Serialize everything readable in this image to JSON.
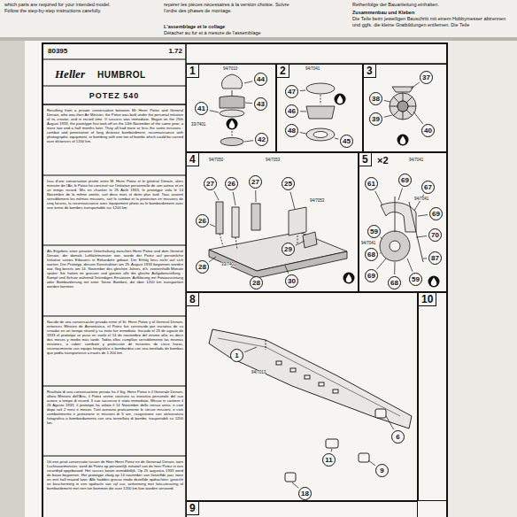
{
  "diagram": {
    "title": "POTEZ 540",
    "nodes": [
      {
        "text": [
          "1"
        ]
      },
      {
        "text": [
          "44"
        ],
        "in": 0
      },
      {
        "text": [
          "43"
        ],
        "in": 0
      },
      {
        "text": [
          "41"
        ],
        "in": 0
      },
      {
        "text": [
          "42"
        ],
        "in": 0
      },
      {
        "text": [
          "2"
        ]
      },
      {
        "text": [
          "47"
        ],
        "in": 5
      },
      {
        "text": [
          "46"
        ],
        "in": 5
      },
      {
        "text": [
          "48"
        ],
        "in": 5
      },
      {
        "text": [
          "45"
        ],
        "in": 5
      },
      {
        "text": [
          "3"
        ]
      },
      {
        "text": [
          "37"
        ],
        "in": 10
      },
      {
        "text": [
          "38"
        ],
        "in": 10
      },
      {
        "text": [
          "39"
        ],
        "in": 10
      },
      {
        "text": [
          "40"
        ],
        "in": 10
      },
      {
        "text": [
          "4"
        ]
      },
      {
        "text": [
          "27"
        ],
        "in": 15
      },
      {
        "text": [
          "26"
        ],
        "in": 15
      },
      {
        "text": [
          "27"
        ],
        "in": 15
      },
      {
        "text": [
          "25"
        ],
        "in": 15
      },
      {
        "text": [
          "26"
        ],
        "in": 15
      },
      {
        "text": [
          "29"
        ],
        "in": 15
      },
      {
        "text": [
          "28"
        ],
        "in": 15
      },
      {
        "text": [
          "28"
        ],
        "in": 15
      },
      {
        "text": [
          "30"
        ],
        "in": 15
      },
      {
        "text": [
          "5"
        ]
      },
      {
        "text": [
          "61"
        ],
        "in": 25
      },
      {
        "text": [
          "69"
        ],
        "in": 25
      },
      {
        "text": [
          "59"
        ],
        "in": 25
      },
      {
        "text": [
          "67"
        ],
        "in": 25
      },
      {
        "text": [
          "69"
        ],
        "in": 25
      },
      {
        "text": [
          "68"
        ],
        "in": 25
      },
      {
        "text": [
          "69"
        ],
        "in": 25
      },
      {
        "text": [
          "70"
        ],
        "in": 25
      },
      {
        "text": [
          "68"
        ],
        "in": 25
      },
      {
        "text": [
          "59"
        ],
        "in": 25
      },
      {
        "text": [
          "87"
        ],
        "in": 25
      },
      {
        "text": [
          "8"
        ]
      },
      {
        "text": [
          "1"
        ],
        "in": 37
      },
      {
        "text": [
          "6"
        ],
        "in": 37
      },
      {
        "text": [
          "9"
        ],
        "in": 37
      },
      {
        "text": [
          "11"
        ],
        "in": 37
      },
      {
        "text": [
          "18"
        ],
        "in": 37
      },
      {
        "text": [
          "10"
        ]
      },
      {
        "text": [
          "9"
        ]
      }
    ],
    "labels": [
      "which parts are required for your intended model. Follow the step-by-step instructions carefully.",
      "repérer les pièces nécessaires à la version choisie. Suivre l'ordre des phases de montage.",
      "L'assemblage et le collage",
      "Détacher au fur et à mesure de l'assemblage",
      "Reihenfolge der Bauanleitung einhalten.",
      "Zusammenbau und Kleben",
      "Die Teile beim jeweiligen Bauschritt mit einem Hobbymesser abtrennen und ggfs. die kleine Gratbildungen entfernen. Die Teile",
      "80395",
      "1.72",
      "Heller",
      "HUMBROL",
      "Resulting from a private conversation between Mr Henri Potez and General Denain, who was then Air Minister, the Potez was built under the personal initiative of its creator, and in record time. If success was immediate. Began on the 25th August 1933, the prototype first took off on the 14th November of the same year; a mere two and a half months later. They all had more or less the same missions : combat and penetration of long distance bombardment, reconnaissance with photographic equipment, or bombing with one ton of bombs which could be carried over distances of 1200 km.",
      "Issu d'une conversation privée entre M. Henri Potez et le général Denain, alors ministre de l'Air, le Potez fut construit sur l'initiative personnelle de son auteur et en un temps record. Mis en chantier le 25 Août 1933, le prototype vola le 14 Novembre de la même année, soit deux mois et demi plus tard. Tous avaient sensiblement les mêmes missions, soit le combat et la protection en missions de cinq heures, la reconnaissance avec équipement photo ou le bombardement avec une tonne de bombes transportable sur 1200 km.",
      "Als Ergebnis einer privaten Unterhaltung zwischen Henri Potez und dem General Denain, der damals Luftfahrtminister war, wurde der Potez auf persönliche Initiative seines Erbauers in Rekordzeit gebaut. Der Erfolg liess nicht auf sich warten. Der Prototyp, dessen Konstruktion am 25. August 1933 begonnen worden war, flog bereits am 14. November des gleichen Jahres, d.h. zweieinhalb Monate später. Sie hatten im grossen und ganzen alle die gleiche Aufgabenstellung : Kampf und Schutz während 5stündigen Einsätzen, Aufklärung mit Fotoausrüstung oder Bombardierung mit einer Tonne Bomben, die über 1200 km transportiert werden konnten.",
      "Nacido de una conversación privada entre el Sr. Henri Potez y el General Denain, entonces Ministro de Aeronáutica, el Potez fue construido por iniciativa de su creador en un tiempo récord y su éxito fue inmediato. Iniciado el 25 de agosto de 1933 el prototipo se puso en vuelo el 14 de noviembre del mismo año, es decir dos meses y medio más tarde. Todos ellos cumplían sensiblemente las mismas misiones, a saber: combate y protección de misiones de cinco horas, reconocimiento con equipo fotográfico o bombardeo con una tonelada de bombas que podía transportarse a través de 1.200 km.",
      "Risultato di una conversazione privata fra il Sig. Henri Potez e il Generale Denain, allora Ministro dell'Aria, il Potez venne costruito su iniziativa personale del suo autore a tempo di record. Il suo successo è stato immediato. Messo in cantiere il 25 Agosto 1933, il prototipo ha volato il 14 Novembre dello stesso anno, e cioè dopo soli 2 mesi e mezzo. Tutti avevano praticamente le stesse missioni, e cioè combattimento e protezione in missioni di 5 ore, ricognizione con attrezzatura fotografica o bombardamento con una tonnellata di bombe, trasportabili su 1200 km.",
      "Uit een privé conversatie tussen de Heer Henri Potez en de Generaal Denain, toen Luchtvaartminister, werd de Potez op persoonlijk initiatief van de heer Potez in een recordtijd opgebouwd. Het succes kwam onmiddellijk. Op 25 augustus 1933 werd de bouw begonnen. Het prototype vloog op 14 november van hetzelfde jaar, twee en een half maand later. Alle hadden grosso modo dezelfde opdrachten: gevecht en bescherming in een opdracht van vijf uur, verkenning met foto-uitrusting of bombardement met een ton bommen die over 1200 km kon worden vervoerd.",
      "94/7010",
      "33/7401",
      "94/7041",
      "94/7050",
      "94/7053",
      "94/7053",
      "33/7401",
      "×2",
      "94/7041",
      "94/7041",
      "94/7041",
      "94/7013"
    ]
  }
}
